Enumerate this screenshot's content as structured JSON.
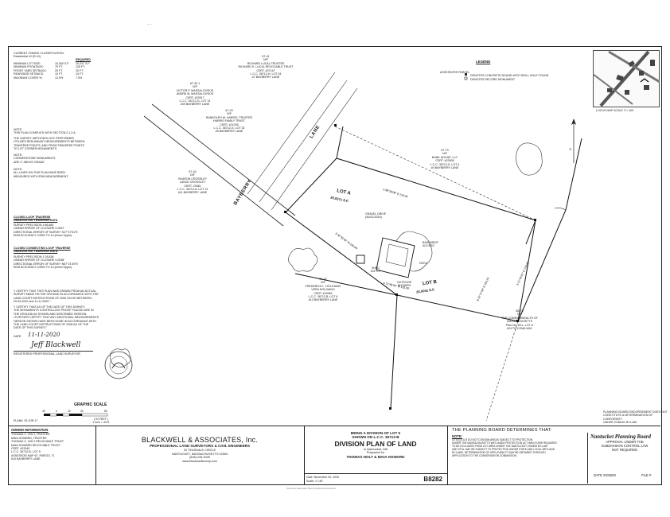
{
  "top_mark": "- -",
  "zoning": {
    "heading": "CURRENT ZONING CLASSIFICATION:\nResidential 10 (R-10)",
    "req_heading": "REQUIRED",
    "lines": "MINIMUM LOT SIZE:\nMINIMUM FRONTAGE:\nFRONT YARD SETBACK:\nREAR/SIDE SETBACK:\nMAXIMUM COVER %:",
    "req_values": "10,000 S.F.\n75 FT.\n20 FT.\n10 FT.\n12.5%",
    "lot_values": "20,037 S.F.\n125 FT.\n20 FT.\n10 FT.\n7.5%"
  },
  "notes": {
    "note1": "NOTE:\nTHIS PLAN COMPLIES WITH SECTION 2.1.3.A.",
    "note2": "THE SURVEY METHODOLOGY PERFORMED\nUTILIZES REDUNDANT MEASUREMENTS BETWEEN\nTRAVERSE POINTS, AND FROM TRAVERSE POINTS\nTO LOT CORNER MONUMENTS.",
    "note3": "NOTE:\nCORNERSTONE MONUMENTS\nARE 4\" ABOVE GRADE.",
    "note4": "NOTE:\nALL LINES ON THIS PLAN HAVE BEEN\nMEASURED WITH EDM MEASUREMENT."
  },
  "traverse": {
    "closed_heading": "CLOSED LOOP TRAVERSE\nUNADJUSTED TRAVERSE DATA",
    "closed_body": "SURVEY PRECISION                1:56,880\nLINEAR ERROR OF CLOSURE          0.0067'\nDIRECTIONAL ERROR OF SURVEY     S27°47'51\"E\nEDM ACCURACY USED TO 8          ±(2mm+2ppm)",
    "connect_heading": "CLOSED CONNECTING LOOP TRAVERSE\nUNADJUSTED TRAVERSE DATA",
    "connect_body": "SURVEY PRECISION                1:78,838\nLINEAR ERROR OF CLOSURE          0.0038'\nDIRECTIONAL ERROR OF SURVEY     N67°21'49\"E\nEDM ACCURACY USED TO 8          ±(2mm+2ppm)"
  },
  "certification": {
    "cert1": "\"I CERTIFY THAT THIS PLAN WAS DRAWN FROM AN ACTUAL\nSURVEY MADE ON THE GROUND IN ACCORDANCE WITH THE\nLAND COURT INSTRUCTIONS OF 2006 ON OR BETWEEN:\n09-09-2020 and 11-11-2020.\"",
    "cert2": "\"I CERTIFY THAT AS OF THE DATE OF THIS SURVEY,\nTHE MONUMENTS CONTROLLING PROOF PLACED ARE IN\nTHE GROUND AS SHOWN AND DESCRIBED HEREON.\nI FURTHER CERTIFY THAT ANY ADDITIONAL MEASUREMENTS\nHEREON SHOWN HAVE BEEN DONE IN ACCORDANCE WITH\nTHE LAND COURT INSTRUCTIONS OF 2006 AS OF THE\nDATE OF THIS SURVEY.\"",
    "date_label": "DATE:",
    "date_value": "11-11-2020",
    "signature": "Jeff Blackwell",
    "surveyor": "REGISTERED PROFESSIONAL LAND SURVEYOR"
  },
  "legend": {
    "heading": "LEGEND",
    "line1": "ASSESSORS PARCEL",
    "line2": "DENOTES CONCRETE BOUND WITH DRILL HOLE FOUND",
    "line3": "DENOTES RECORD MONUMENT",
    "map_caption": "LOCUS MAP          SCALE 1\"= 400"
  },
  "parcels": {
    "p1": "67-42.1\nN/F\nVICTOR P. MASSALOVSKIS\nANDRE M. MASSALOVSKIS\nCERT. #23917\nL.C.C. 36712-G, LOT 31\n#39 BAYBERRY LANE",
    "p2": "67-41\nN/F\nRICHARD LUCAL TRUSTEE\nRICHARD S. LUCAL REVOCABLE TRUST\nCERT. #27147\nL.C.C. 36712-H, LOT 34\n#7 BAYBERRY LANE",
    "p3": "67-43\nN/F\nRANDOLPH W. HARRIS, TRUSTEE\nHARRIS FAMILY TRUST\nCERT. #21045\nL.C.C. 36712-G, LOT 32\n#9 BAYBERRY LANE",
    "p4": "67-44\nN/F\nSHARON CROSSLEY\nLANCE CROSSLEY\nCERT. 23481\nL.C.C. 36712-A, LOT 13\n#11 BAYBERRY LANE",
    "p5": "67-73\nN/F\nBANK HOUSE, LLC\nCERT. #23905\nL.C.C. 36712-K, LOT 4\n#4 BAYBERRY LANE",
    "p6": "67-70\nN/F\nFREDERICK L. HOLGIANO\nVERA HOLGIANO\nCERT. #19964\nL.C.C. 36712-B, LOT 6\n#13 BAYBERRY LANE",
    "p7": "66-75\nN/F\nTHE COMMONWEALTH OF\nMASSACHUSETTS\nPlan No. 69-L, LOT A\n#24 TICCOMA WAY"
  },
  "lots": {
    "lot_a": "LOT A",
    "lot_a_area": "20,037± S.F.",
    "lot_b": "LOT B",
    "lot_b_area": "20,000± S.F.",
    "street": "BAYBERRY",
    "street2": "LANE",
    "shed": "SHED\n194 S.F.",
    "outdoor_shower": "OUTDOOR\nSHOWER",
    "basement": "BASEMENT\nACCESS",
    "deck": "DECK",
    "gravel": "GRAVEL DRIVE\n(A0/21/2020)"
  },
  "scale": {
    "heading": "GRAPHIC SCALE",
    "unit": "( IN FEET )\n1 inch = 40 ft.",
    "numbers": [
      "40",
      "0",
      "20",
      "40",
      "80"
    ]
  },
  "plan_ref": "PLAN#: 26 JOB 17",
  "owner": {
    "heading": "OWNER INFORMATION",
    "body": "THOMAS C. HOLT, TRUSTEE\nMAIA HOWARD, TRUSTEE\nTHOMAS C. HOLT REVOCABLE TRUST\nMAIA HOWARD REVOCABLE TRUST\nCERT. #23345\nL.C.C. 36712-B, LOT 5\nASSESSOR MAP 67, PARCEL 71\n#10 BAYBERRY LANE"
  },
  "firm": {
    "name": "BLACKWELL & ASSOCIATES, Inc.",
    "sub": "PROFESSIONAL LAND SURVEYORS & CIVIL ENGINEERS",
    "address": "20 TEASDALE CIRCLE\nNANTUCKET, MASSACHUSETTS 02554\n(508) 228-9026\nwww.blackwellsurvey.com"
  },
  "title": {
    "line1": "BEING A DIVISION OF LOT 5",
    "line2": "SHOWN ON L.C.C. 36712-B",
    "main": "DIVISION PLAN OF LAND",
    "loc": "in Nantucket, MA",
    "prep": "Prepared for",
    "owners": "THOMAS HOLT & MAIA HOWARD",
    "date": "Date: November 20, 2020",
    "scale": "Scale: 1\"=40'",
    "number": "B8282"
  },
  "planning": {
    "heading": "THE PLANNING BOARD DETERMINES THAT:",
    "note_label": "NOTE:",
    "note": "LOT(S)  A & B  DO NOT CONTAIN AREAS SUBJECT TO PROTECTION\nUNDER THE MASSACHUSETTS WETLANDS PROTECTION ACT WHICH ARE REQUIRED\nTO BE EXCLUDED FROM LOT AREA UNDER THE NANTUCKET ZONING BY-LAW\nAND STILL MAY BE SUBJECT TO PROTECTION UNDER STATE AND LOCAL WETLAND\nBY-LAWS. DETERMINATION OF APPLICABILITY MAY BE OBTAINED THROUGH\nAPPLICATION TO THE CONSERVATION COMMISSION.",
    "endorse": "PLANNING BOARD ENDORSEMENT DOES NOT\nCONSTITUTE A DETERMINATION OF CONFORMITY\nUNDER ZONING BY-LAW.",
    "stamp_title": "Nantucket Planning Board",
    "stamp_body": "APPROVAL UNDER THE\nSUBDIVISION CONTROL LAW\nNOT REQUIRED",
    "date_signed": "DATE SIGNED",
    "file": "FILE #"
  },
  "bottom_mark": "Scanned Nantucket Planning Board document"
}
